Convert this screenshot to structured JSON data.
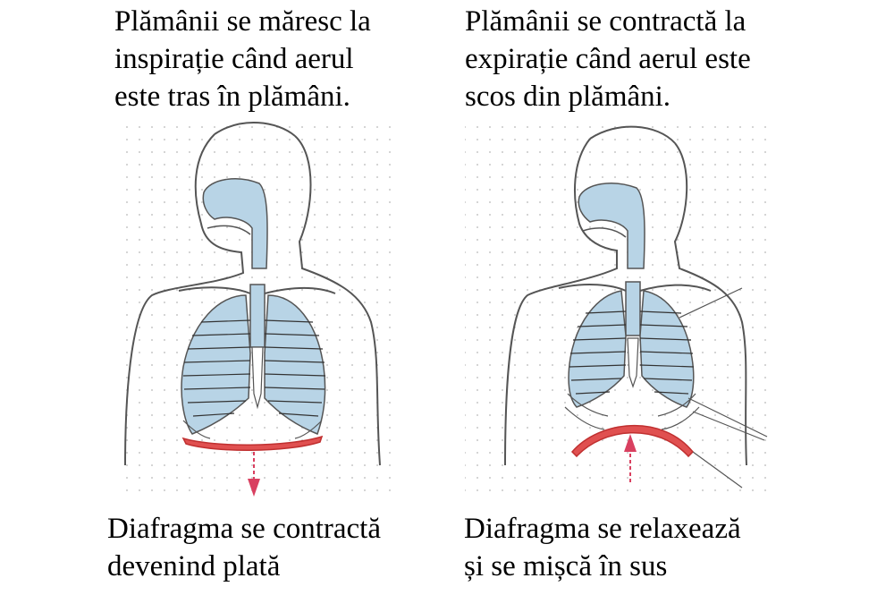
{
  "diagram": {
    "inhale_panel": {
      "caption_lines": [
        "Plămânii se măresc la",
        "inspirație când aerul",
        "este tras în plămâni."
      ],
      "diaphragm_caption_lines": [
        "Diafragma se contractă",
        "devenind plată"
      ]
    },
    "exhale_panel": {
      "caption_lines": [
        "Plămânii se contractă la",
        "expirație când aerul este",
        "scos din plămâni."
      ],
      "diaphragm_caption_lines": [
        "Diafragma se relaxează",
        "și se mișcă în sus"
      ]
    },
    "colors": {
      "airway_fill": "#b8d4e6",
      "diaphragm": "#e05050",
      "arrow": "#d94060",
      "outline": "#555555",
      "grid_dot": "#c8c8c8"
    }
  }
}
